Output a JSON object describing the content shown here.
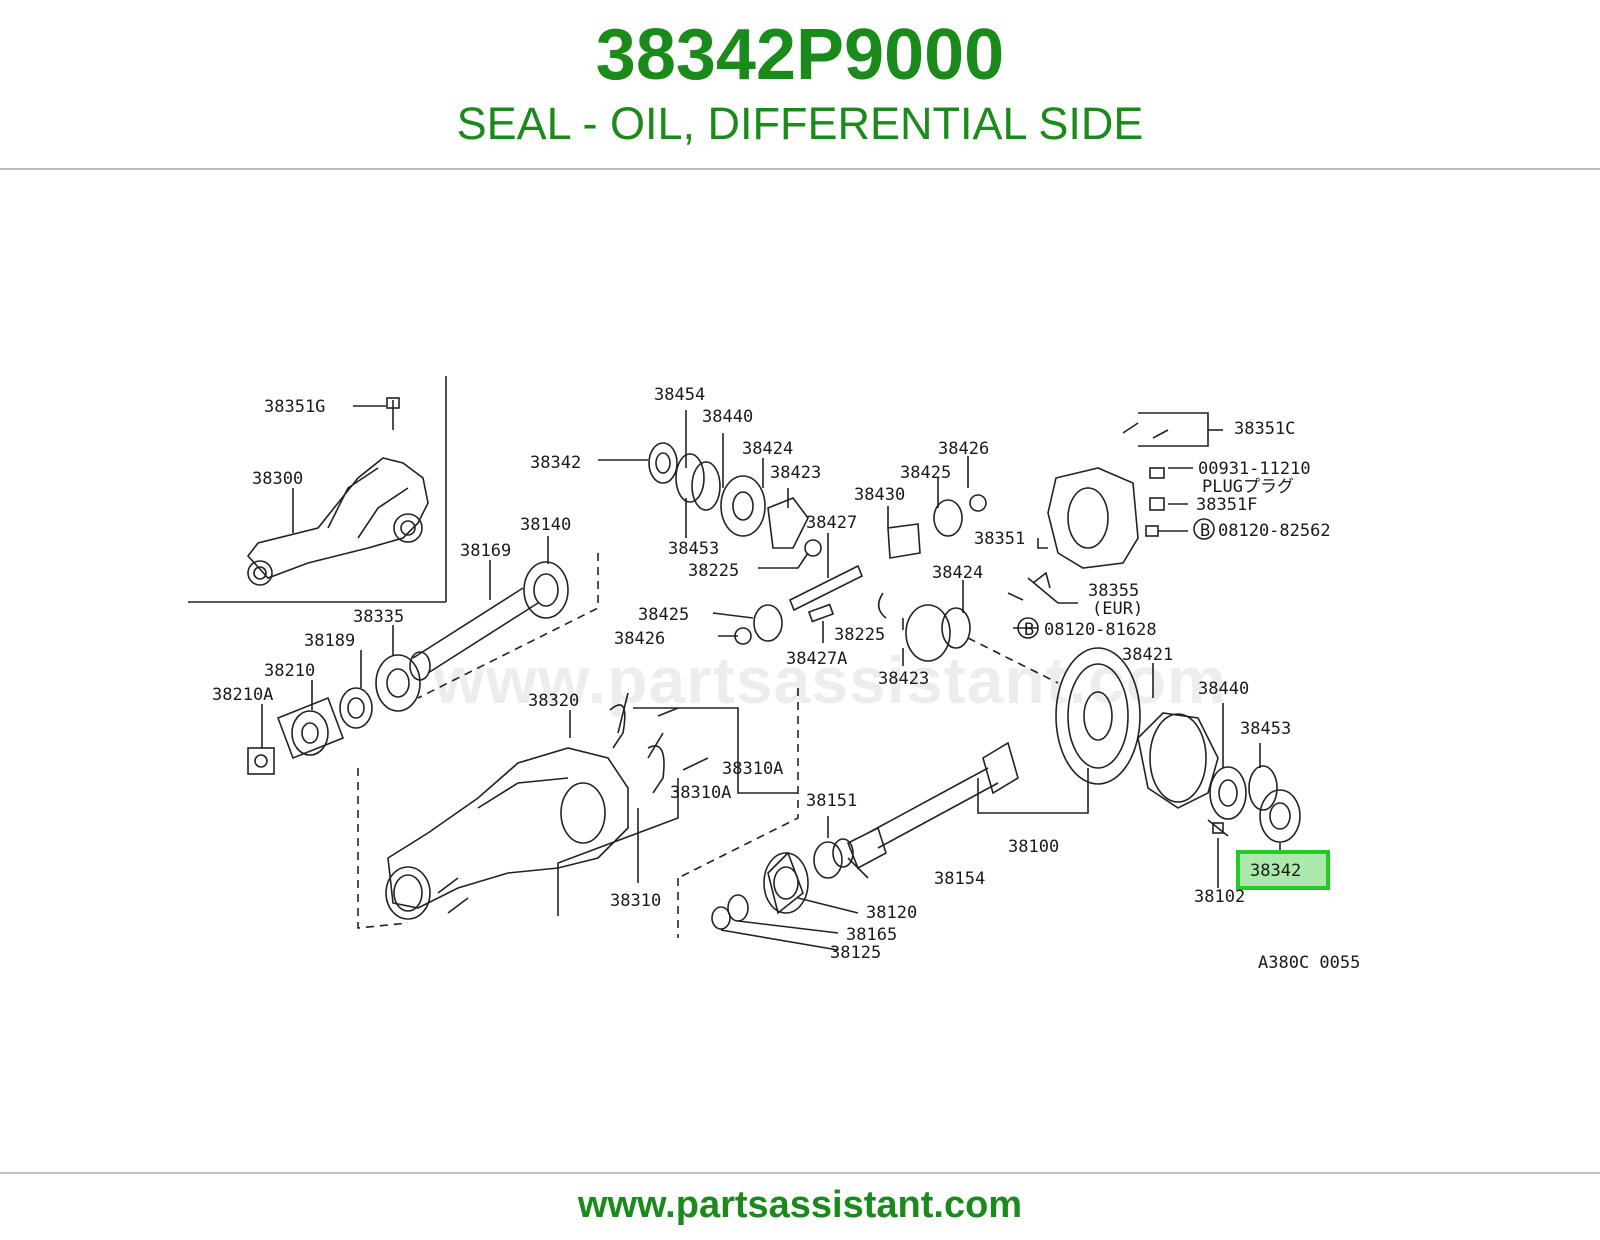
{
  "header": {
    "part_number": "38342P9000",
    "description": "SEAL - OIL, DIFFERENTIAL SIDE"
  },
  "diagram": {
    "labels": {
      "l38351G": "38351G",
      "l38300": "38300",
      "l38140": "38140",
      "l38169": "38169",
      "l38335": "38335",
      "l38189": "38189",
      "l38210": "38210",
      "l38210A": "38210A",
      "l38454": "38454",
      "l38440a": "38440",
      "l38342a": "38342",
      "l38424a": "38424",
      "l38423a": "38423",
      "l38453a": "38453",
      "l38225a": "38225",
      "l38427": "38427",
      "l38430": "38430",
      "l38426a": "38426",
      "l38425a": "38425",
      "l38425b": "38425",
      "l38426b": "38426",
      "l38427A": "38427A",
      "l38225b": "38225",
      "l38424b": "38424",
      "l38423b": "38423",
      "l38351C": "38351C",
      "l00931": "00931-11210",
      "lplug": "PLUGプラグ",
      "l38351F": "38351F",
      "l08120a": "08120-82562",
      "l38351": "38351",
      "l38355": "38355",
      "leur": "(EUR)",
      "l08120b": "08120-81628",
      "l38421": "38421",
      "l38440b": "38440",
      "l38453b": "38453",
      "l38342b": "38342",
      "l38102": "38102",
      "l38100": "38100",
      "l38320": "38320",
      "l38310Aa": "38310A",
      "l38310Ab": "38310A",
      "l38310": "38310",
      "l38151": "38151",
      "l38154": "38154",
      "l38120": "38120",
      "l38165": "38165",
      "l38125": "38125",
      "code": "A380C 0055",
      "bolt_b": "B"
    },
    "watermark": "www.partsassistant.com",
    "highlight_color": "#22cc22"
  },
  "footer": {
    "url": "www.partsassistant.com"
  },
  "colors": {
    "brand_green": "#1a8a1a",
    "rule_gray": "#bdbdbd"
  }
}
